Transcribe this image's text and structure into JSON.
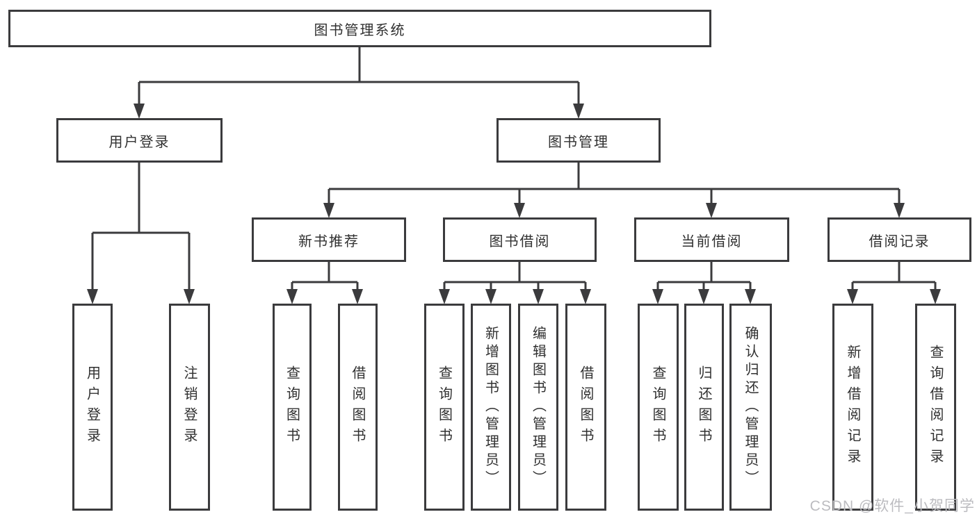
{
  "diagram_title": "图书管理系统",
  "watermark": "CSDN @软件_小贺同学",
  "colors": {
    "line": "#3b3b3d",
    "text": "#303030",
    "background": "#ffffff",
    "watermark": "#bcbcc0"
  },
  "tree": {
    "label": "图书管理系统",
    "children": [
      {
        "label": "用户登录",
        "children": [
          {
            "label": "用户登录"
          },
          {
            "label": "注销登录"
          }
        ]
      },
      {
        "label": "图书管理",
        "children": [
          {
            "label": "新书推荐",
            "children": [
              {
                "label": "查询图书"
              },
              {
                "label": "借阅图书"
              }
            ]
          },
          {
            "label": "图书借阅",
            "children": [
              {
                "label": "查询图书"
              },
              {
                "label": "新增图书（管理员）"
              },
              {
                "label": "编辑图书（管理员）"
              },
              {
                "label": "借阅图书"
              }
            ]
          },
          {
            "label": "当前借阅",
            "children": [
              {
                "label": "查询图书"
              },
              {
                "label": "归还图书"
              },
              {
                "label": "确认归还（管理员）"
              }
            ]
          },
          {
            "label": "借阅记录",
            "children": [
              {
                "label": "新增借阅记录"
              },
              {
                "label": "查询借阅记录"
              }
            ]
          }
        ]
      }
    ]
  }
}
